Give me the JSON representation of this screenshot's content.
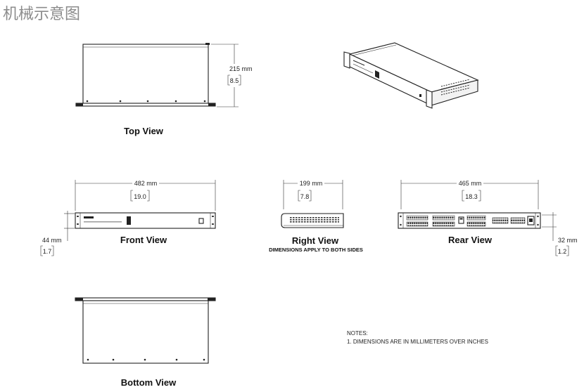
{
  "title": "机械示意图",
  "views": {
    "top": {
      "label": "Top View",
      "depth_mm": "215 mm",
      "depth_in": "8.5"
    },
    "front": {
      "label": "Front View",
      "width_mm": "482 mm",
      "width_in": "19.0",
      "height_mm": "44 mm",
      "height_in": "1.7"
    },
    "right": {
      "label": "Right View",
      "note": "DIMENSIONS APPLY TO BOTH SIDES",
      "depth_mm": "199 mm",
      "depth_in": "7.8"
    },
    "rear": {
      "label": "Rear View",
      "width_mm": "465 mm",
      "width_in": "18.3",
      "height_mm": "32 mm",
      "height_in": "1.2"
    },
    "bottom": {
      "label": "Bottom View"
    }
  },
  "notes": {
    "heading": "NOTES:",
    "items": [
      "1. DIMENSIONS ARE IN MILLIMETERS OVER INCHES"
    ]
  },
  "colors": {
    "line": "#222222",
    "title": "#8c8c8c",
    "background": "#ffffff"
  }
}
